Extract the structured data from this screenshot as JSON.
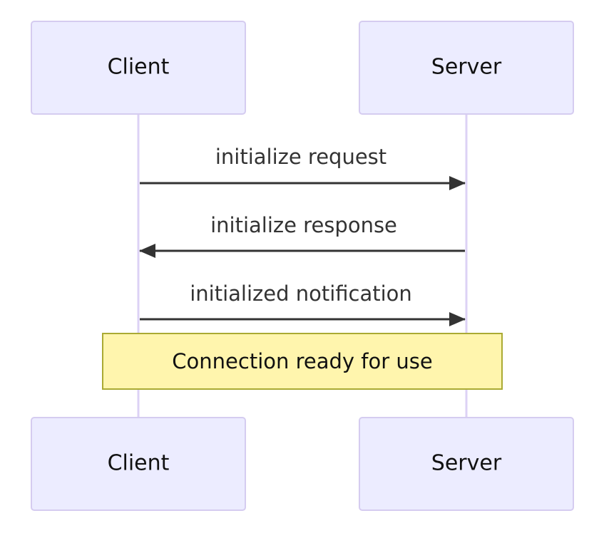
{
  "actors": [
    {
      "id": "client",
      "label": "Client"
    },
    {
      "id": "server",
      "label": "Server"
    }
  ],
  "messages": [
    {
      "from": "client",
      "to": "server",
      "label": "initialize request"
    },
    {
      "from": "server",
      "to": "client",
      "label": "initialize response"
    },
    {
      "from": "client",
      "to": "server",
      "label": "initialized notification"
    }
  ],
  "note": {
    "text": "Connection ready for use",
    "over": [
      "client",
      "server"
    ]
  },
  "colors": {
    "actor_fill": "#ECECFF",
    "actor_stroke": "#D5CCF0",
    "lifeline": "#DCD2F5",
    "arrow": "#333333",
    "note_fill": "#FFF5AD",
    "note_stroke": "#AAAA33"
  }
}
